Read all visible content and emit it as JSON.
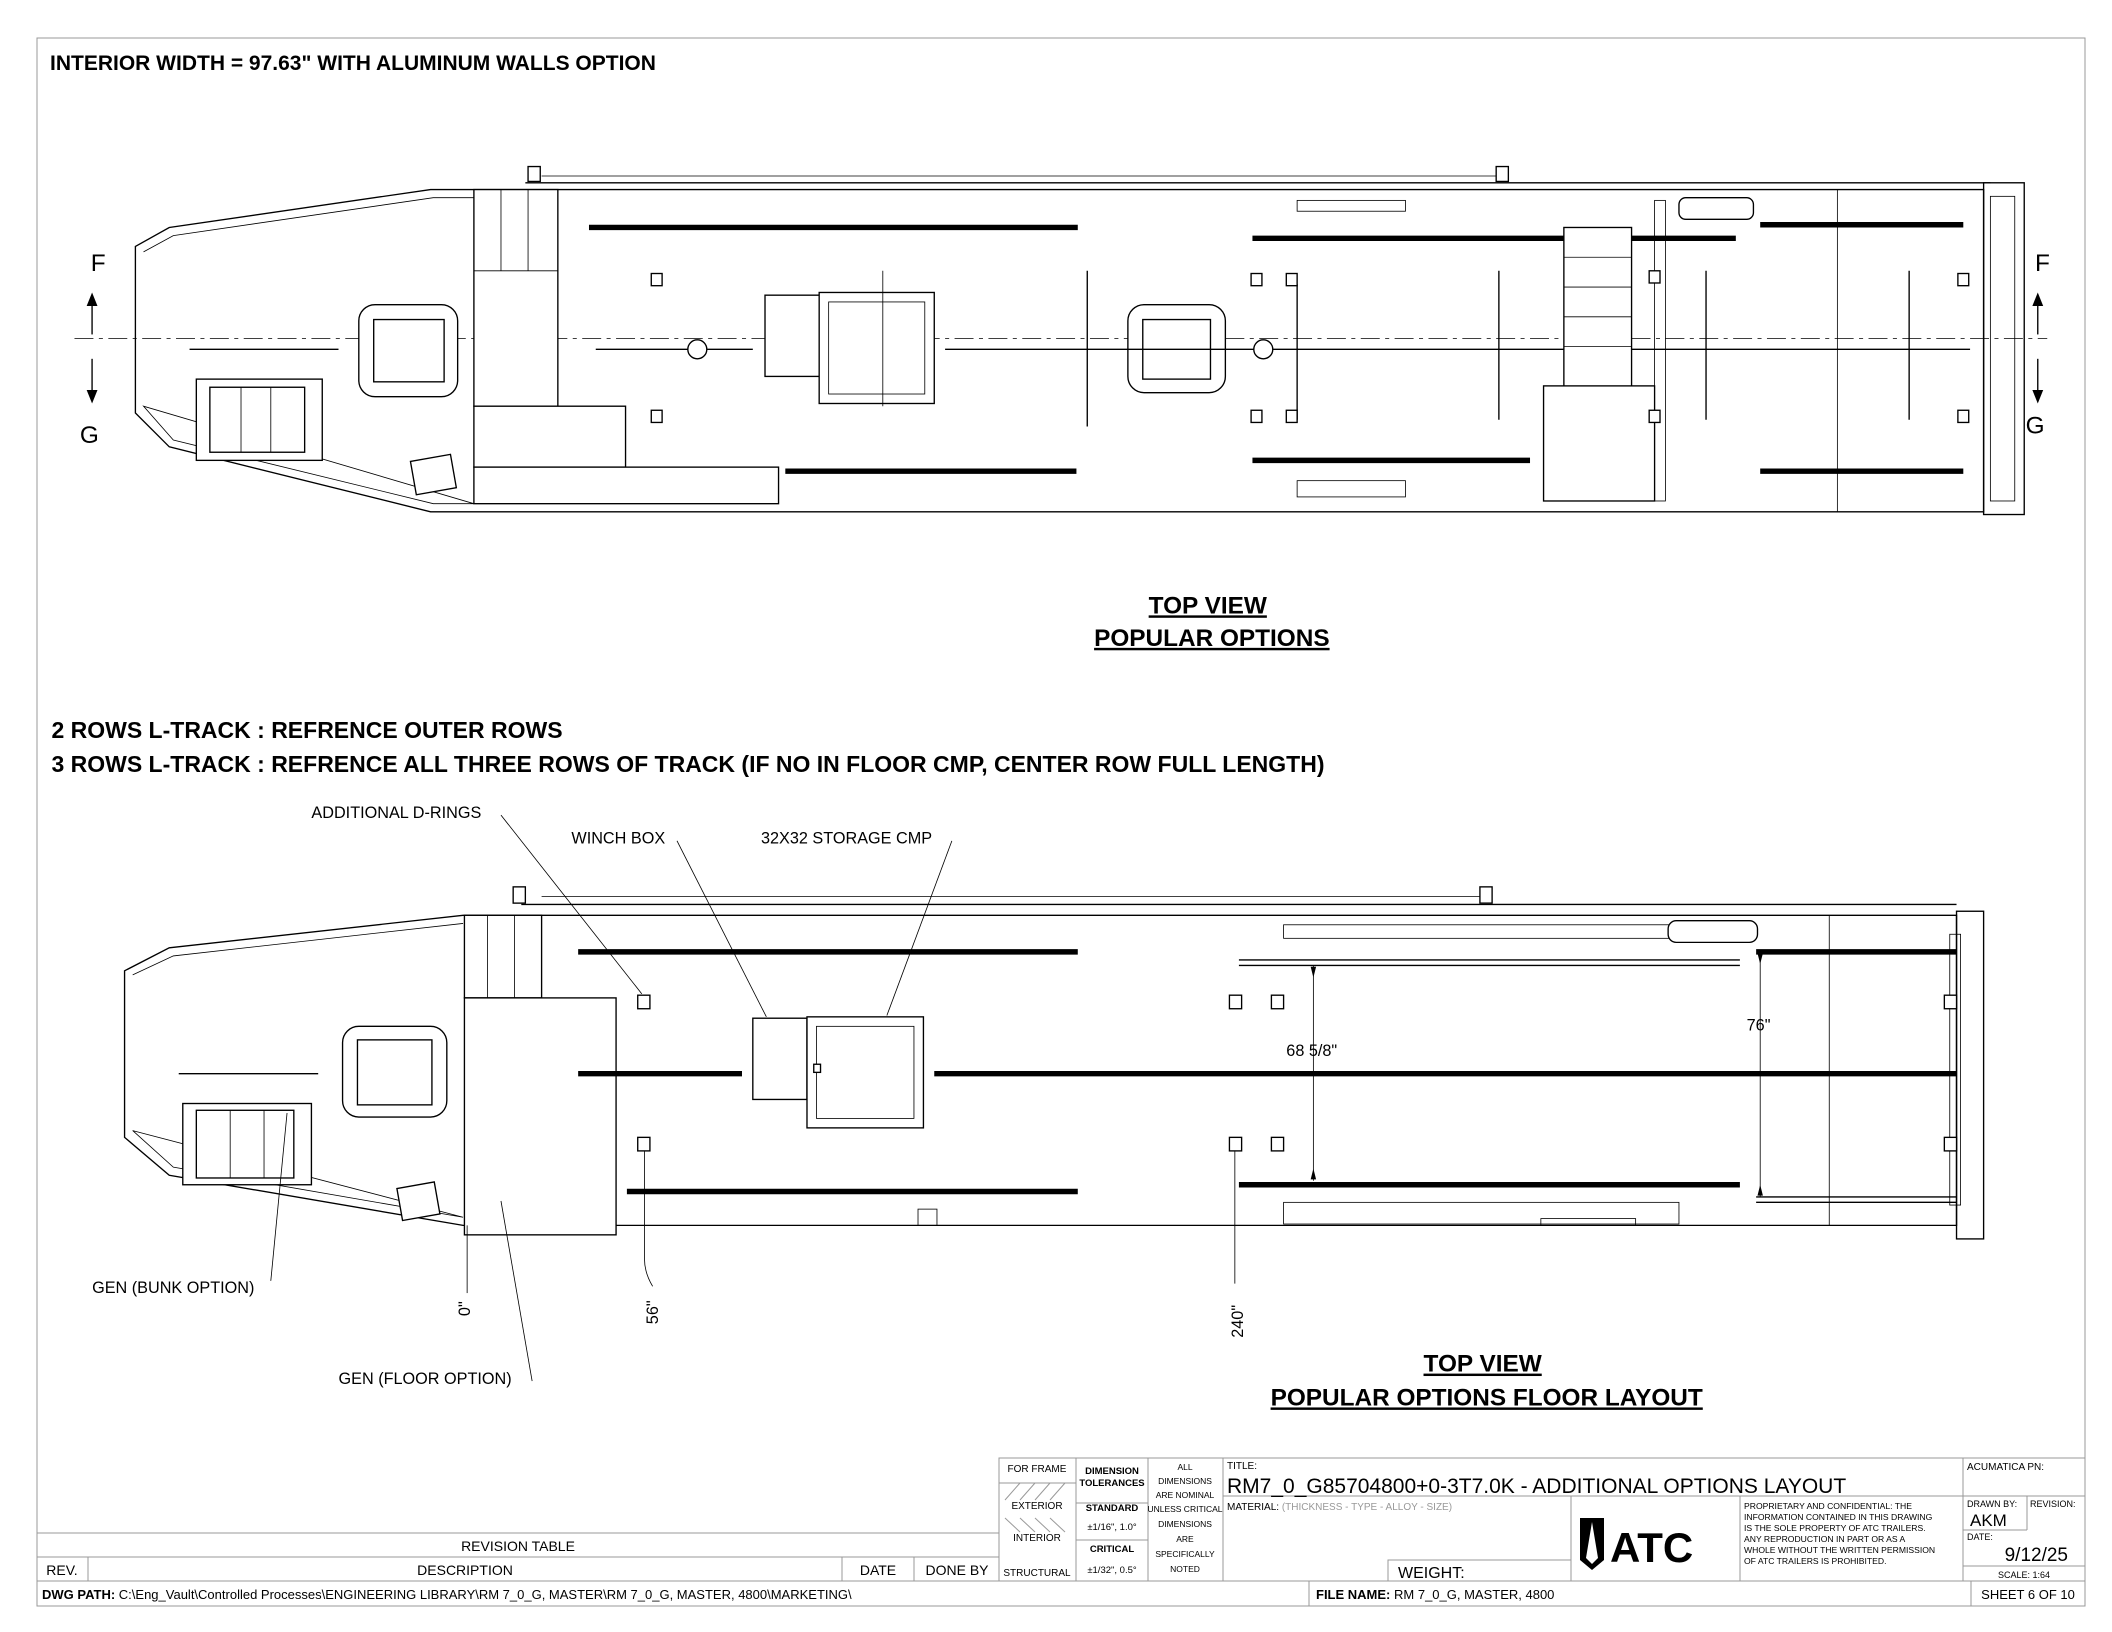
{
  "header_note": "INTERIOR WIDTH = 97.63\" WITH ALUMINUM WALLS OPTION",
  "top_view": {
    "title_line1": "TOP VIEW",
    "title_line2": "POPULAR OPTIONS",
    "section_marks": {
      "f": "F",
      "g": "G"
    }
  },
  "ltrack_notes": [
    "2 ROWS L-TRACK : REFRENCE OUTER ROWS",
    "3 ROWS L-TRACK : REFRENCE ALL THREE ROWS OF TRACK (IF NO IN FLOOR CMP, CENTER ROW FULL LENGTH)"
  ],
  "floor_view": {
    "title_line1": "TOP VIEW",
    "title_line2": "POPULAR OPTIONS FLOOR LAYOUT",
    "callouts": {
      "d_rings": "ADDITIONAL D-RINGS",
      "winch_box": "WINCH BOX",
      "storage": "32X32 STORAGE CMP",
      "gen_bunk": "GEN (BUNK OPTION)",
      "gen_floor": "GEN (FLOOR OPTION)"
    },
    "dimensions": {
      "zero": "0\"",
      "d56": "56\"",
      "d240": "240\"",
      "inner_width": "68 5/8\"",
      "outer_width": "76\""
    }
  },
  "revision_table": {
    "title": "REVISION TABLE",
    "columns": [
      "REV.",
      "DESCRIPTION",
      "DATE",
      "DONE BY"
    ]
  },
  "dwg_path": {
    "label": "DWG PATH:",
    "value": "C:\\Eng_Vault\\Controlled Processes\\ENGINEERING LIBRARY\\RM 7_0_G, MASTER\\RM 7_0_G, MASTER, 4800\\MARKETING\\"
  },
  "title_block": {
    "for_frame": "FOR FRAME",
    "exterior": "EXTERIOR",
    "interior": "INTERIOR",
    "structural": "STRUCTURAL",
    "dim_tol_1": "DIMENSION",
    "dim_tol_2": "TOLERANCES",
    "standard": "STANDARD",
    "standard_val": "±1/16\", 1.0°",
    "critical": "CRITICAL",
    "critical_val": "±1/32\", 0.5°",
    "nominal_lines": [
      "ALL",
      "DIMENSIONS",
      "ARE NOMINAL",
      "UNLESS CRITICAL",
      "DIMENSIONS",
      "ARE",
      "SPECIFICALLY",
      "NOTED"
    ],
    "title_label": "TITLE:",
    "title": "RM7_0_G85704800+0-3T7.0K - ADDITIONAL OPTIONS LAYOUT",
    "material_label": "MATERIAL:",
    "material_hint": "(THICKNESS - TYPE - ALLOY - SIZE)",
    "weight_label": "WEIGHT:",
    "logo_text": "ATC",
    "proprietary": [
      "PROPRIETARY AND CONFIDENTIAL: THE",
      "INFORMATION CONTAINED IN THIS DRAWING",
      "IS THE SOLE PROPERTY OF ATC TRAILERS.",
      "ANY REPRODUCTION IN PART OR AS A",
      "WHOLE WITHOUT THE WRITTEN PERMISSION",
      "OF ATC TRAILERS IS PROHIBITED."
    ],
    "acumatica_label": "ACUMATICA PN:",
    "drawn_by_label": "DRAWN BY:",
    "drawn_by": "AKM",
    "revision_label": "REVISION:",
    "date_label": "DATE:",
    "date": "9/12/25",
    "scale": "SCALE: 1:64",
    "file_name_label": "FILE NAME:",
    "file_name": "RM 7_0_G, MASTER, 4800",
    "sheet": "SHEET 6 OF 10"
  }
}
